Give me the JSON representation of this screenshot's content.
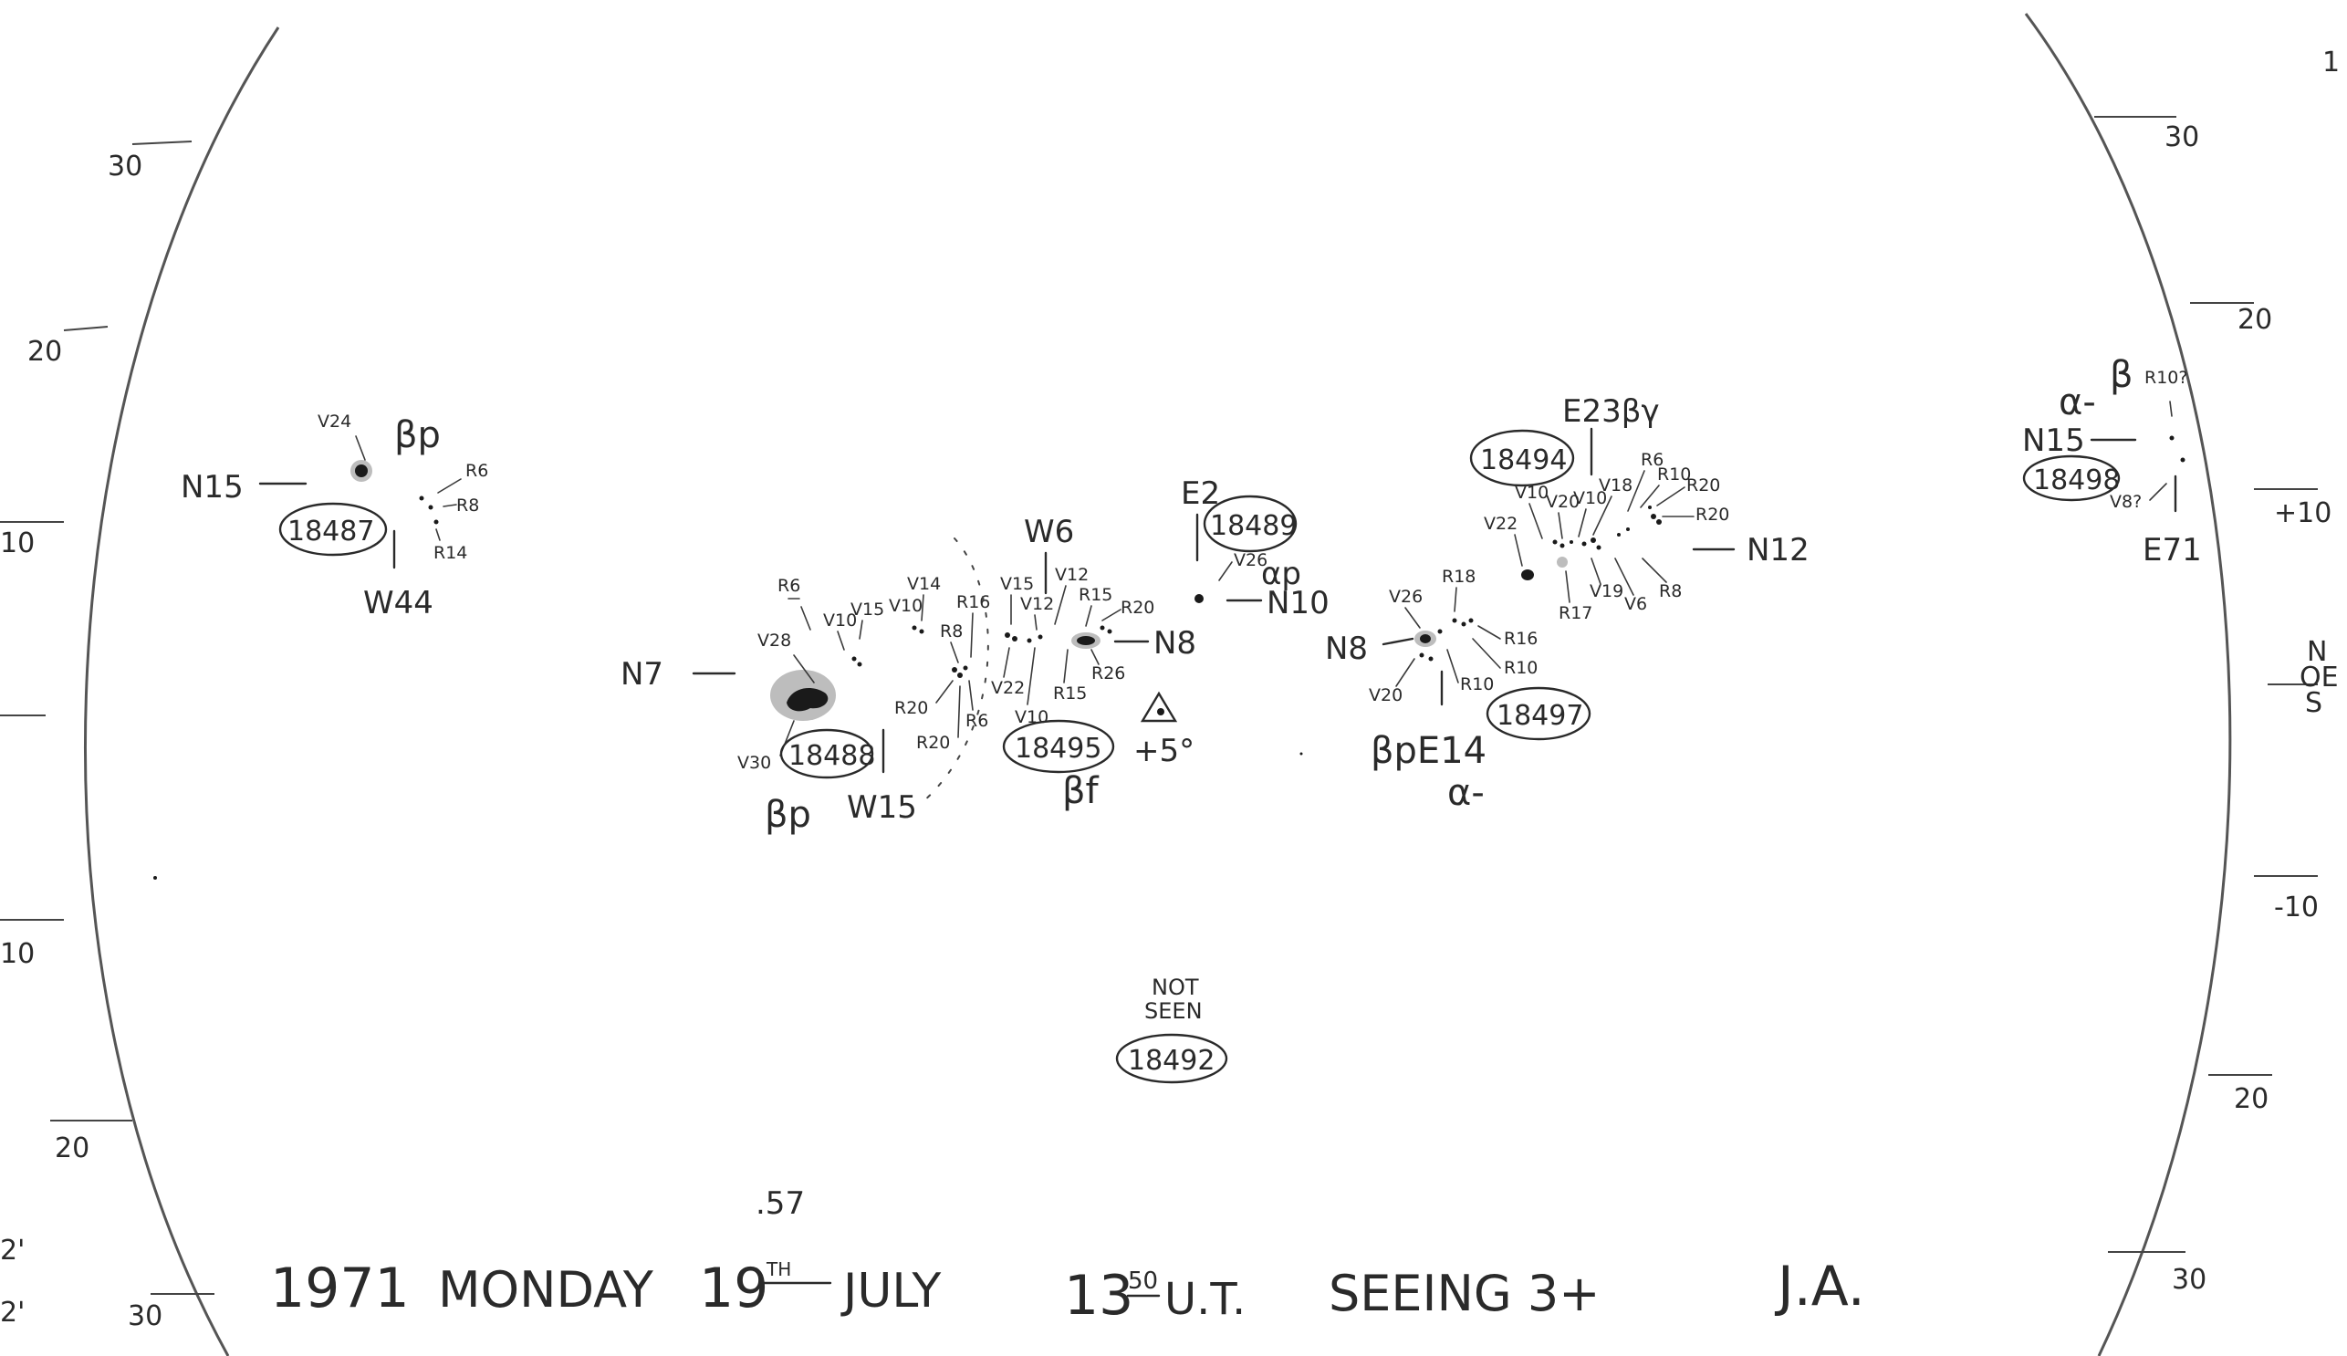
{
  "scale": {
    "left": [
      "30",
      "20",
      "10",
      "10",
      "20",
      "30"
    ],
    "right": [
      "30",
      "20",
      "+10",
      "-10",
      "20",
      "30"
    ],
    "right_axis": [
      "N",
      "OE",
      "S"
    ],
    "corner_marks": [
      "1",
      "2'",
      "2'"
    ]
  },
  "regions": {
    "r18487": {
      "number": "18487",
      "position": "N15",
      "meridian": "W44",
      "class": "βp",
      "labels": [
        "V24",
        "R6",
        "R8",
        "R14"
      ]
    },
    "r18488": {
      "number": "18488",
      "position": "N7",
      "class": "βp",
      "meridian": "W15",
      "labels": [
        "R6",
        "V28",
        "V30",
        "V10",
        "V15",
        "V10",
        "V14",
        "R8",
        "R16",
        "R20",
        "R20",
        "R6"
      ]
    },
    "r18495": {
      "number": "18495",
      "position": "N8",
      "class": "βf",
      "meridian": "W6",
      "extra": "+5°",
      "labels": [
        "V15",
        "V12",
        "V12",
        "R15",
        "R20",
        "V22",
        "V10",
        "R15",
        "R26"
      ]
    },
    "r18489": {
      "number": "18489",
      "meridian": "E2",
      "position": "N10",
      "class": "αp",
      "labels": [
        "V26"
      ]
    },
    "r18497": {
      "number": "18497",
      "position": "N8",
      "class": "βpE14",
      "class2": "α-",
      "labels": [
        "V26",
        "R18",
        "R16",
        "R10",
        "R10",
        "V20"
      ]
    },
    "r18494": {
      "number": "18494",
      "class": "E23βγ",
      "position": "N12",
      "labels": [
        "V10",
        "V20",
        "V10",
        "V18",
        "R6",
        "R10",
        "R20",
        "R20",
        "V22",
        "R17",
        "V19",
        "V6",
        "R8"
      ]
    },
    "r18498": {
      "number": "18498",
      "position": "N15",
      "meridian": "E71",
      "class_a": "α-",
      "class_b": "β",
      "labels": [
        "R10?",
        "V8?"
      ]
    },
    "r18492": {
      "number": "18492",
      "note_line1": "NOT",
      "note_line2": "SEEN"
    }
  },
  "footer": {
    "year": "1971",
    "weekday": "MONDAY",
    "day": "19",
    "day_suffix": "TH",
    "day_superscript": ".57",
    "month": "JULY",
    "hour": "13",
    "minutes": "50",
    "ut": "U.T.",
    "seeing": "SEEING 3+",
    "observer": "J.A."
  }
}
